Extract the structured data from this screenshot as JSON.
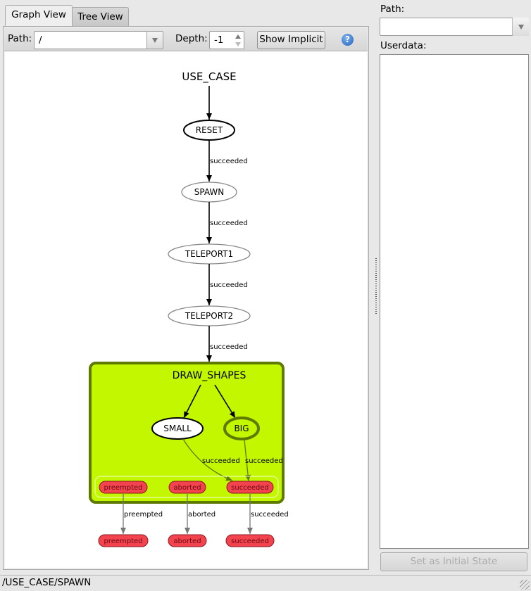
{
  "tabs": [
    {
      "label": "Graph View",
      "active": true
    },
    {
      "label": "Tree View",
      "active": false
    }
  ],
  "toolbar": {
    "path_label": "Path:",
    "path_value": "/",
    "depth_label": "Depth:",
    "depth_value": "-1",
    "show_implicit_label": "Show Implicit",
    "help_icon": "question-circle-icon"
  },
  "graph": {
    "root_label": "USE_CASE",
    "states": [
      {
        "id": "RESET",
        "label": "RESET",
        "style": "active-outline"
      },
      {
        "id": "SPAWN",
        "label": "SPAWN",
        "style": "inactive"
      },
      {
        "id": "TELEPORT1",
        "label": "TELEPORT1",
        "style": "inactive"
      },
      {
        "id": "TELEPORT2",
        "label": "TELEPORT2",
        "style": "inactive"
      }
    ],
    "transitions": [
      {
        "from": "RESET",
        "to": "SPAWN",
        "label": "succeeded"
      },
      {
        "from": "SPAWN",
        "to": "TELEPORT1",
        "label": "succeeded"
      },
      {
        "from": "TELEPORT1",
        "to": "TELEPORT2",
        "label": "succeeded"
      },
      {
        "from": "TELEPORT2",
        "to": "DRAW_SHAPES",
        "label": "succeeded"
      }
    ],
    "container": {
      "label": "DRAW_SHAPES",
      "fill_color": "#c2f700",
      "border_color": "#5f7a00",
      "children": [
        {
          "id": "SMALL",
          "label": "SMALL"
        },
        {
          "id": "BIG",
          "label": "BIG"
        }
      ],
      "child_transitions": [
        {
          "from": "SMALL",
          "to": "succeeded",
          "label": "succeeded"
        },
        {
          "from": "BIG",
          "to": "succeeded",
          "label": "succeeded"
        }
      ],
      "outcomes": [
        "preempted",
        "aborted",
        "succeeded"
      ]
    },
    "outer_transitions": [
      {
        "from": "preempted",
        "label": "preempted"
      },
      {
        "from": "aborted",
        "label": "aborted"
      },
      {
        "from": "succeeded",
        "label": "succeeded"
      }
    ],
    "outer_outcomes": [
      "preempted",
      "aborted",
      "succeeded"
    ],
    "outcome_color": "#f2434f"
  },
  "side": {
    "path_label": "Path:",
    "path_value": "",
    "userdata_label": "Userdata:",
    "userdata_value": "",
    "set_initial_label": "Set as Initial State"
  },
  "status_bar": {
    "text": "/USE_CASE/SPAWN"
  }
}
